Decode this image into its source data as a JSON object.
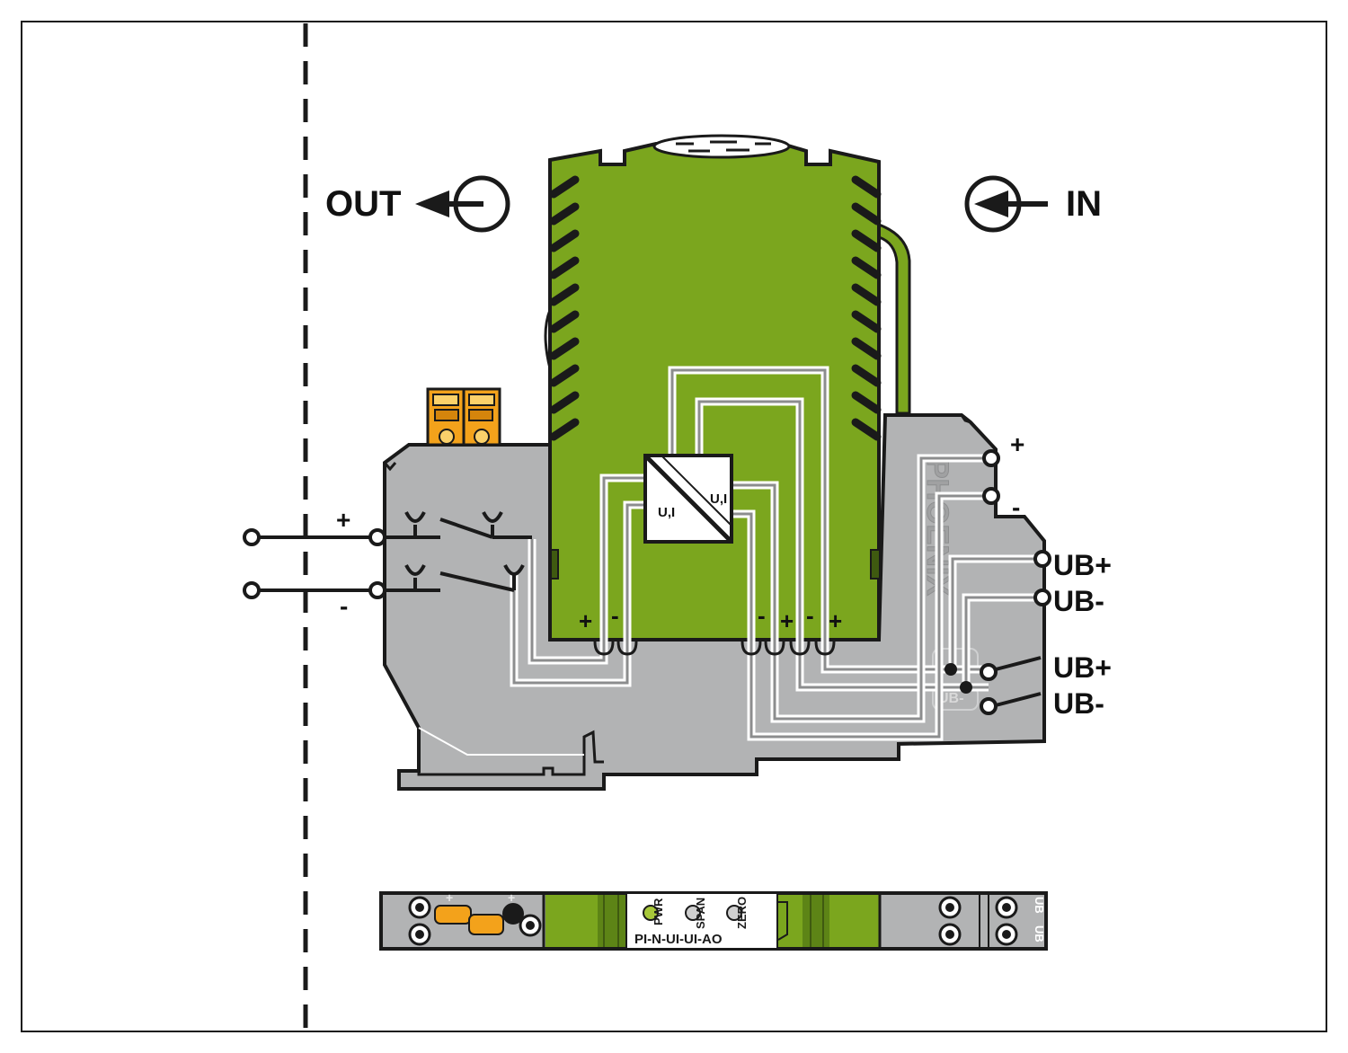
{
  "direction": {
    "out_label": "OUT",
    "in_label": "IN"
  },
  "left_terminals": {
    "plus": "+",
    "minus": "-"
  },
  "converter": {
    "in_label": "U,I",
    "out_label": "U,I"
  },
  "pcb_polarity": {
    "out_plus": "+",
    "out_minus": "-",
    "in1_minus": "-",
    "in1_plus": "+",
    "in2_minus": "-",
    "in2_plus": "+"
  },
  "right_terminals": {
    "plus": "+",
    "minus": "-",
    "ub_plus_1": "UB+",
    "ub_minus_1": "UB-",
    "ub_plus_2": "UB+",
    "ub_minus_2": "UB-"
  },
  "housing_text": {
    "brand": "PHOENIX",
    "bus_label": "UB-"
  },
  "front_view": {
    "led_pwr": "PWR",
    "led_span": "SPAN",
    "led_zero": "ZERO",
    "model": "PI-N-UI-UI-AO",
    "plus_left": "+",
    "plus_right": "+",
    "ub_1": "UB",
    "ub_2": "UB"
  },
  "colors": {
    "module_green": "#7ba61e",
    "dark_green": "#3f5a10",
    "housing_gray": "#b2b3b4",
    "connector_orange": "#f3a21b",
    "led_green": "#a8c83a",
    "outline": "#1a1a1a"
  }
}
